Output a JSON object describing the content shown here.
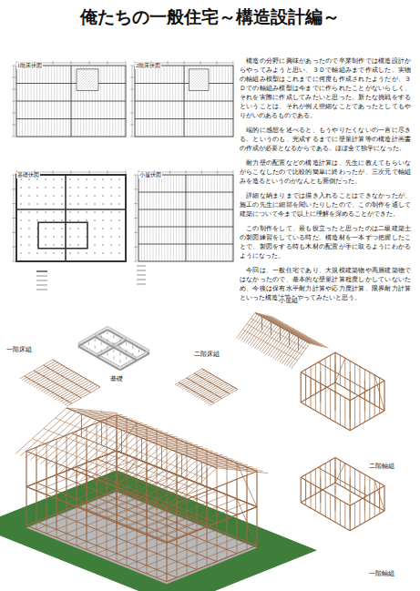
{
  "diagram": {
    "title": "俺たちの一般住宅～構造設計編～",
    "nodes": [
      {
        "text": [
          "1階床伏図"
        ]
      },
      {
        "text": [
          "2階床伏図"
        ]
      },
      {
        "text": [
          "基礎伏図"
        ]
      },
      {
        "text": [
          "小屋伏図"
        ]
      }
    ],
    "labels": [
      "構造の分野に興味があったので卒業制作では構造設計からやってみようと思い、３Ｄで軸組みまで作成した。実物の軸組み模型はこれまでに何度も作成されたようだが、３Ｄでの軸組み模型は今までに作られたことがないらしく、それを実際に作成してみたいと思った。新たな挑戦をするということは、それが例え些細なことであったとしてもやりがいのあるものである。",
      "端的に感想を述べると、もうやりたくないの一言に尽きる。というのも、完成するまでに壁量計算等の構造計画書の作成が必要となるからである。ほぼ全て独学になった。",
      "耐力壁の配置などの構造計算は、先生に教えてもらいながらこなしたので比較的簡単に終わったが、三次元で軸組みを造るというのがなんとも面倒だった。",
      "詳細な納まりまでは描き入れることはできなかったが、施工の先生に細部を聞いたりしたので、この制作を通して建築について今まで以上に理解を深めることができた。",
      "この制作をして、最も役立ったと思ったのは二級建築士の製図練習をしている時だ。構造材を一本ずつ把握したことで、製図をする時も木材の配置が手に取るようにわかるようになった。",
      "今回は、一般住宅であり、大規模建築物や高層建築物ではなかったので、基本的な壁量計算程度しかしていないため、今後は保有水平耐力計算や応力度計算、限界耐力計算といった構造計算もやってみたいと思う。",
      "小屋組",
      "一階床組",
      "基礎",
      "二階床組",
      "二階軸組",
      "一階軸組"
    ]
  }
}
